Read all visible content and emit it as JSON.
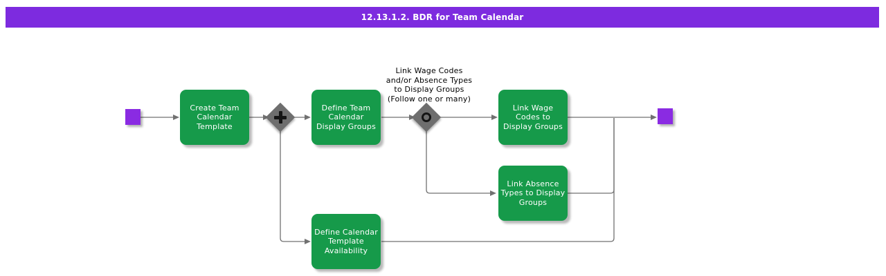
{
  "title_bar": {
    "text": "12.13.1.2. BDR for Team Calendar"
  },
  "colors": {
    "title_bar_bg": "#7D2BDF",
    "node_purple": "#8A2BE2",
    "activity_green": "#169A4A",
    "gateway_gray": "#6E6E6E",
    "connector_gray": "#717171"
  },
  "diagram": {
    "start_node": {
      "name": "start"
    },
    "end_node": {
      "name": "end"
    },
    "gateways": [
      {
        "name": "parallel-split-gateway",
        "symbol": "plus"
      },
      {
        "name": "inclusive-choice-gateway",
        "symbol": "circle"
      }
    ],
    "annotation": {
      "lines": [
        "Link Wage Codes",
        "and/or Absence Types",
        "to Display Groups",
        "(Follow one or many)"
      ]
    },
    "activities": [
      {
        "label": "Create Team Calendar Template",
        "lines": [
          "Create Team",
          "Calendar",
          "Template"
        ]
      },
      {
        "label": "Define Team Calendar Display Groups",
        "lines": [
          "Define Team",
          "Calendar",
          "Display Groups"
        ]
      },
      {
        "label": "Link Wage Codes to Display Groups",
        "lines": [
          "Link Wage",
          "Codes to",
          "Display Groups"
        ]
      },
      {
        "label": "Link Absence Types to Display Groups",
        "lines": [
          "Link Absence",
          "Types to Display",
          "Groups"
        ]
      },
      {
        "label": "Define Calendar Template Availability",
        "lines": [
          "Define Calendar",
          "Template",
          "Availability"
        ]
      }
    ]
  }
}
